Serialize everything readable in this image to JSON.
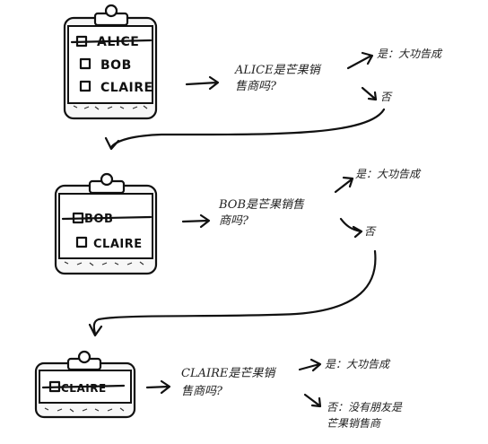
{
  "steps": [
    {
      "names": [
        "ALICE",
        "BOB",
        "CLAIRE"
      ],
      "checked": [
        true,
        false,
        false
      ],
      "question": [
        "ALICE是芒果销",
        "售商吗?"
      ],
      "yes": "是：大功告成",
      "no": [
        "否"
      ]
    },
    {
      "names": [
        "BOB",
        "CLAIRE"
      ],
      "checked": [
        true,
        false
      ],
      "question": [
        "BOB是芒果销售",
        "商吗?"
      ],
      "yes": "是：大功告成",
      "no": [
        "否"
      ]
    },
    {
      "names": [
        "CLAIRE"
      ],
      "checked": [
        true
      ],
      "question": [
        "CLAIRE是芒果销",
        "售商吗?"
      ],
      "yes": "是：大功告成",
      "no": [
        "否：没有朋友是",
        "芒果销售商"
      ]
    }
  ]
}
